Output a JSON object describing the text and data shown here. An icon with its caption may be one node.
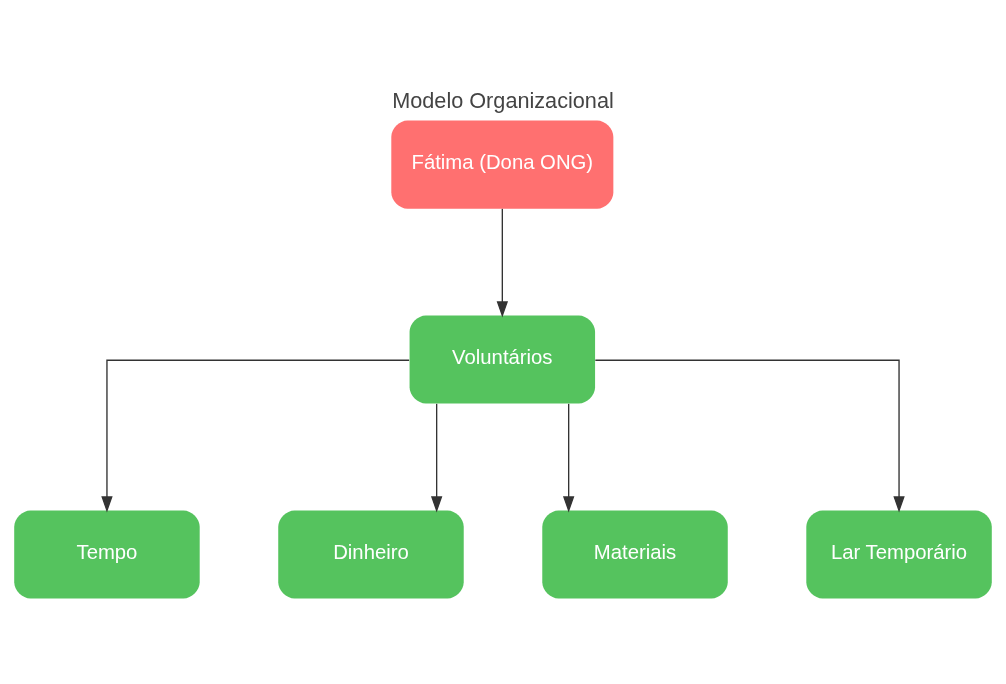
{
  "diagram": {
    "title": "Modelo Organizacional",
    "nodes": [
      {
        "text": [
          "Fátima (Dona ONG)"
        ]
      },
      {
        "text": [
          "Voluntários"
        ]
      },
      {
        "text": [
          "Tempo"
        ]
      },
      {
        "text": [
          "Dinheiro"
        ]
      },
      {
        "text": [
          "Materiais"
        ]
      },
      {
        "text": [
          "Lar Temporário"
        ]
      }
    ],
    "edges": [
      {
        "from": 0,
        "to": 1,
        "arrow": "to"
      },
      {
        "from": 1,
        "to": 2,
        "arrow": "to"
      },
      {
        "from": 1,
        "to": 3,
        "arrow": "to"
      },
      {
        "from": 1,
        "to": 4,
        "arrow": "to"
      },
      {
        "from": 1,
        "to": 5,
        "arrow": "to"
      }
    ]
  }
}
